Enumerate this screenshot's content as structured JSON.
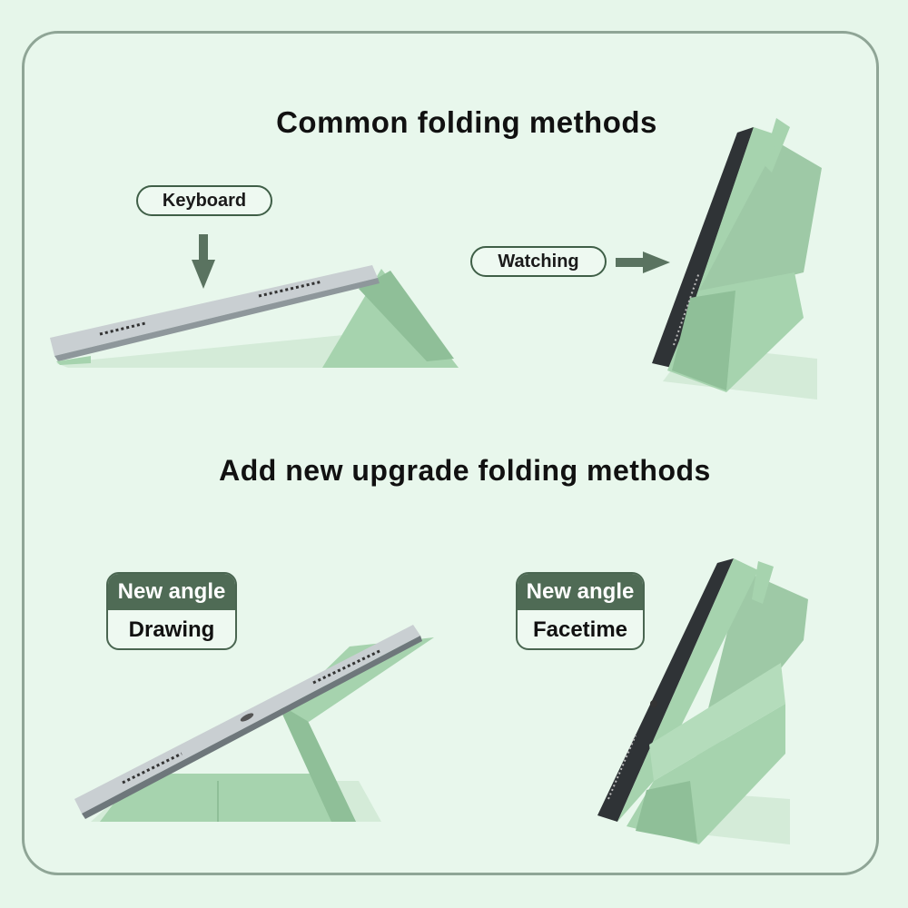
{
  "headings": {
    "common": "Common folding methods",
    "upgrade": "Add new upgrade folding methods"
  },
  "labels": {
    "keyboard": "Keyboard",
    "watching": "Watching"
  },
  "badges": {
    "drawing": {
      "title": "New angle",
      "caption": "Drawing"
    },
    "facetime": {
      "title": "New angle",
      "caption": "Facetime"
    }
  },
  "colors": {
    "background": "#e6f6ea",
    "frame_border": "#8fa596",
    "badge_dark": "#4f6b55",
    "case_green": "#a6d3ae",
    "case_shadow": "#8fbf98",
    "tablet_silver": "#c9cfd2",
    "arrow": "#5a7360"
  }
}
